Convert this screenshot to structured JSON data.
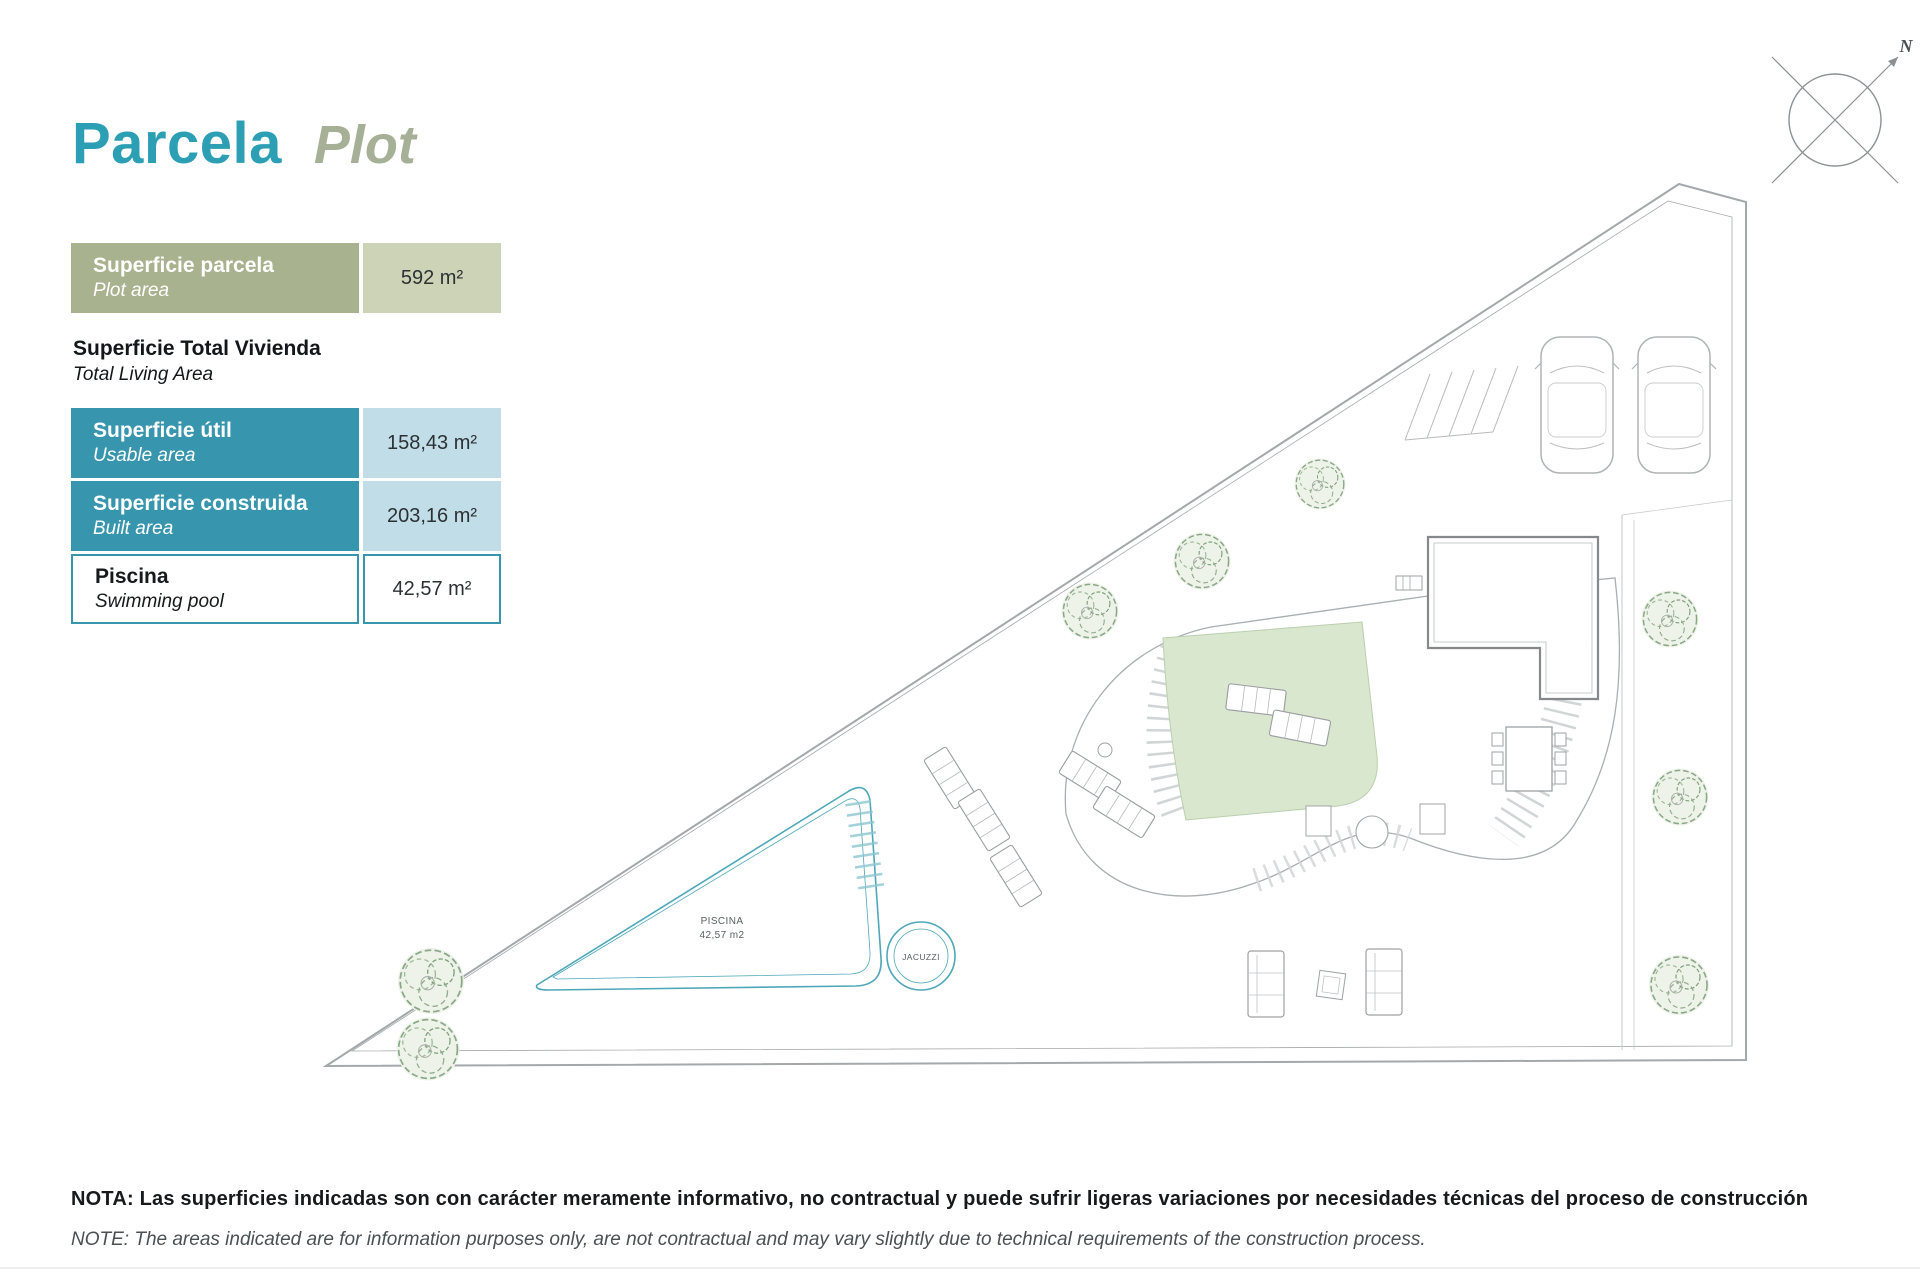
{
  "header": {
    "title_es": "Parcela",
    "title_en": "Plot"
  },
  "compass": {
    "north_label": "N"
  },
  "table": {
    "plot": {
      "label": "Superficie parcela",
      "sublabel": "Plot area",
      "value": "592 m²"
    },
    "section_heading": {
      "label": "Superficie Total Vivienda",
      "sublabel": "Total Living Area"
    },
    "usable": {
      "label": "Superficie útil",
      "sublabel": "Usable area",
      "value": "158,43 m²"
    },
    "built": {
      "label": "Superficie construida",
      "sublabel": "Built area",
      "value": "203,16 m²"
    },
    "pool": {
      "label": "Piscina",
      "sublabel": "Swimming pool",
      "value": "42,57 m²"
    }
  },
  "plan": {
    "pool_label": "PISCINA",
    "pool_area_label": "42,57 m2",
    "jacuzzi_label": "JACUZZI"
  },
  "notes": {
    "es": "NOTA: Las superficies indicadas son con carácter meramente informativo, no contractual y puede sufrir ligeras variaciones por necesidades técnicas del proceso de construcción",
    "en": "NOTE: The areas indicated are for information purposes only, are not contractual and may vary slightly due to technical requirements of the construction process."
  },
  "colors": {
    "accent_teal": "#3796ad",
    "accent_teal_light": "#c1dde8",
    "accent_sage": "#a9b28e",
    "accent_sage_light": "#ccd3b6",
    "title_teal": "#2d9fb4",
    "pool_line": "#4ea7b9",
    "plan_line": "#a4a8ab"
  }
}
